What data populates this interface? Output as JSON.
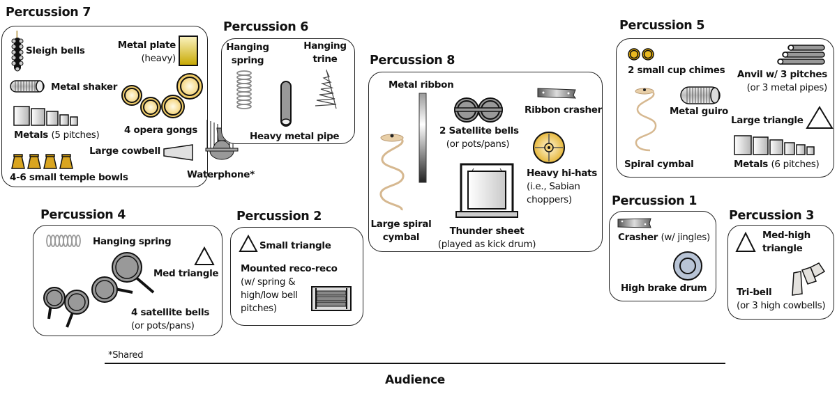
{
  "diagram": {
    "title": "Percussion stage setup",
    "footnote": "*Shared",
    "audience_label": "Audience"
  },
  "stations": {
    "p7": {
      "title": "Percussion 7",
      "items": {
        "sleigh_bells": "Sleigh bells",
        "metal_plate": "Metal plate",
        "metal_plate_note": "(heavy)",
        "metal_shaker": "Metal shaker",
        "opera_gongs": "4 opera gongs",
        "metals": "Metals",
        "metals_note": "(5 pitches)",
        "large_cowbell": "Large cowbell",
        "temple_bowls": "4-6 small temple bowls"
      }
    },
    "shared": {
      "waterphone": "Waterphone*"
    },
    "p6": {
      "title": "Percussion 6",
      "items": {
        "hanging_spring_1": "Hanging",
        "hanging_spring_2": "spring",
        "hanging_trine_1": "Hanging",
        "hanging_trine_2": "trine",
        "heavy_metal_pipe": "Heavy metal pipe"
      }
    },
    "p8": {
      "title": "Percussion 8",
      "items": {
        "metal_ribbon": "Metal ribbon",
        "ribbon_crasher": "Ribbon crasher",
        "satellite_bells": "2 Satellite bells",
        "satellite_bells_note": "(or pots/pans)",
        "heavy_hihats": "Heavy hi-hats",
        "heavy_hihats_note_1": "(i.e., Sabian",
        "heavy_hihats_note_2": "choppers)",
        "large_spiral_cymbal_1": "Large spiral",
        "large_spiral_cymbal_2": "cymbal",
        "thunder_sheet": "Thunder sheet",
        "thunder_sheet_note": "(played as kick drum)"
      }
    },
    "p5": {
      "title": "Percussion 5",
      "items": {
        "cup_chimes": "2 small cup chimes",
        "anvil": "Anvil w/ 3 pitches",
        "anvil_note": "(or 3 metal pipes)",
        "metal_guiro": "Metal guiro",
        "large_triangle": "Large triangle",
        "spiral_cymbal": "Spiral cymbal",
        "metals": "Metals",
        "metals_note": "(6 pitches)"
      }
    },
    "p4": {
      "title": "Percussion 4",
      "items": {
        "hanging_spring": "Hanging spring",
        "med_triangle": "Med triangle",
        "satellite_bells": "4 satellite bells",
        "satellite_bells_note": "(or pots/pans)"
      }
    },
    "p2": {
      "title": "Percussion 2",
      "items": {
        "small_triangle": "Small triangle",
        "reco_reco": "Mounted reco-reco",
        "reco_reco_note_1": "(w/ spring &",
        "reco_reco_note_2": "high/low bell",
        "reco_reco_note_3": "pitches)"
      }
    },
    "p1": {
      "title": "Percussion 1",
      "items": {
        "crasher": "Crasher",
        "crasher_note": "(w/ jingles)",
        "brake_drum": "High brake drum"
      }
    },
    "p3": {
      "title": "Percussion 3",
      "items": {
        "med_high_triangle_1": "Med-high",
        "med_high_triangle_2": "triangle",
        "tri_bell": "Tri-bell",
        "tri_bell_note": "(or 3 high cowbells)"
      }
    }
  },
  "colors": {
    "outline": "#222222",
    "gold": "#e8b92e",
    "gong_fill": "#f9dc8c",
    "metal_gray": "#9a9a9a",
    "light_gray": "#d8d8d8",
    "brake_blue": "#b8c4d6"
  }
}
